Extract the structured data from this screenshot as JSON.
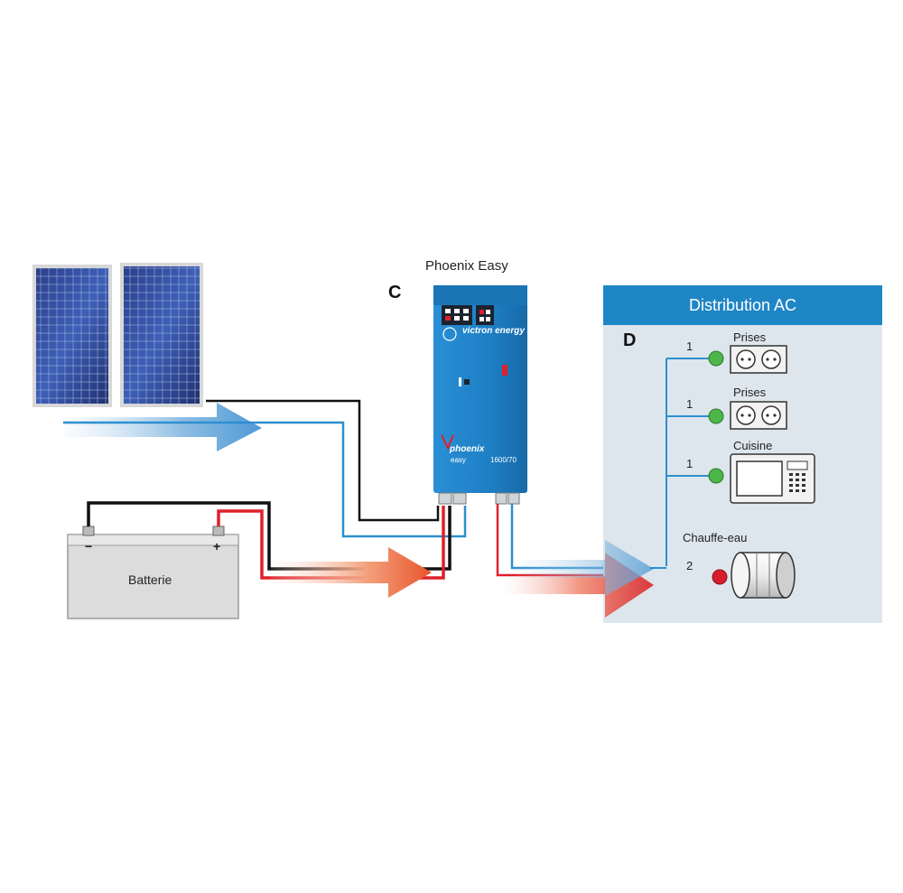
{
  "diagram": {
    "device_title": "Phoenix Easy",
    "device_marker": "C",
    "device_brand": "victron energy",
    "device_model": "phoenix",
    "device_sub": "easy",
    "device_rating": "1600/70",
    "battery_label": "Batterie",
    "battery_minus": "−",
    "battery_plus": "+",
    "distribution": {
      "title": "Distribution AC",
      "marker": "D",
      "circuits": [
        {
          "number": "1",
          "label": "Prises"
        },
        {
          "number": "1",
          "label": "Prises"
        },
        {
          "number": "1",
          "label": "Cuisine"
        },
        {
          "number": "2",
          "label": "Chauffe-eau"
        }
      ]
    },
    "colors": {
      "dc_positive": "#e0202a",
      "dc_negative": "#111111",
      "ac_line": "#2d8fd0",
      "panel_blue": "#1f86c6",
      "device_blue": "#1c86cc",
      "status_green": "#4cb648",
      "status_red": "#d81e2c"
    }
  }
}
